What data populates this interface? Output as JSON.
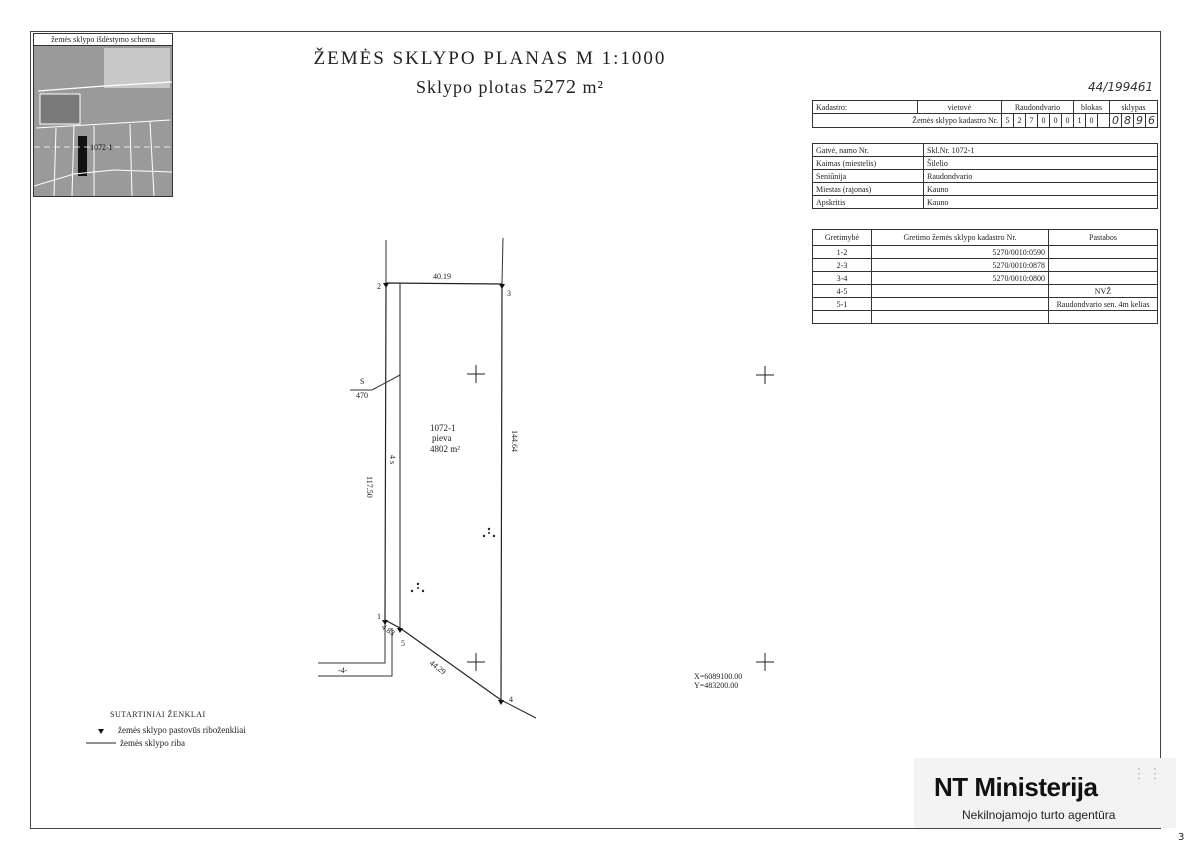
{
  "header": {
    "title": "ŽEMĖS   SKLYPO   PLANAS   M 1:1000",
    "area_prefix": "Sklypo   plotas",
    "area_value": "5272",
    "area_unit": "m²",
    "handwritten_ref": "44/199461"
  },
  "inset": {
    "title": "žemės sklypo išdėstymo schema",
    "parcel_label": "1072-1"
  },
  "cadastre_table": {
    "kadastro": "Kadastro:",
    "vietove": "vietovė",
    "vietove_value": "Raudondvario",
    "blokas": "blokas",
    "sklypas": "sklypas",
    "nr_label": "Žemės sklypo kadastro Nr.",
    "digits": [
      "5",
      "2",
      "7",
      "0",
      "0",
      "0",
      "1",
      "0"
    ],
    "hand_digits": [
      "0",
      "8",
      "9",
      "6"
    ]
  },
  "address_table": [
    {
      "label": "Gatvė, namo Nr.",
      "value": "Skl.Nr. 1072-1"
    },
    {
      "label": "Kaimas (miestelis)",
      "value": "Šilelio"
    },
    {
      "label": "Seniūnija",
      "value": "Raudondvario"
    },
    {
      "label": "Miestas (rajonas)",
      "value": "Kauno"
    },
    {
      "label": "Apskritis",
      "value": "Kauno"
    }
  ],
  "neighbors_table": {
    "headers": [
      "Gretimybė",
      "Gretimo žemės sklypo kadastro Nr.",
      "Pastabos"
    ],
    "rows": [
      [
        "1-2",
        "5270/0010:0590",
        ""
      ],
      [
        "2-3",
        "5270/0010:0878",
        ""
      ],
      [
        "3-4",
        "5270/0010:0800",
        ""
      ],
      [
        "4-5",
        "",
        "NVŽ"
      ],
      [
        "5-1",
        "",
        "Raudondvario sen. 4m kelias"
      ],
      [
        "",
        "",
        ""
      ]
    ]
  },
  "map": {
    "points": {
      "p1": "1",
      "p2": "2",
      "p3": "3",
      "p4": "4",
      "p5": "5"
    },
    "dim_top": "40.19",
    "dim_left": "117.50",
    "dim_right": "144.64",
    "dim_bottom": "44.29",
    "dim_small": "4.83",
    "road_width": "4 s",
    "road_code": "-4-",
    "s_label": "S",
    "s_value": "470",
    "parcel_id": "1072-1",
    "parcel_use": "pieva",
    "parcel_area": "4802 m²"
  },
  "coords": {
    "x": "X=6089100.00",
    "y": "Y=483200.00"
  },
  "legend": {
    "title": "SUTARTINIAI ŽENKLAI",
    "item1": "žemės sklypo pastovūs riboženkliai",
    "item2": "žemės sklypo riba"
  },
  "logo": {
    "name": "NT Ministerija",
    "tagline": "Nekilnojamojo turto agentūra"
  },
  "page_mark": "3"
}
